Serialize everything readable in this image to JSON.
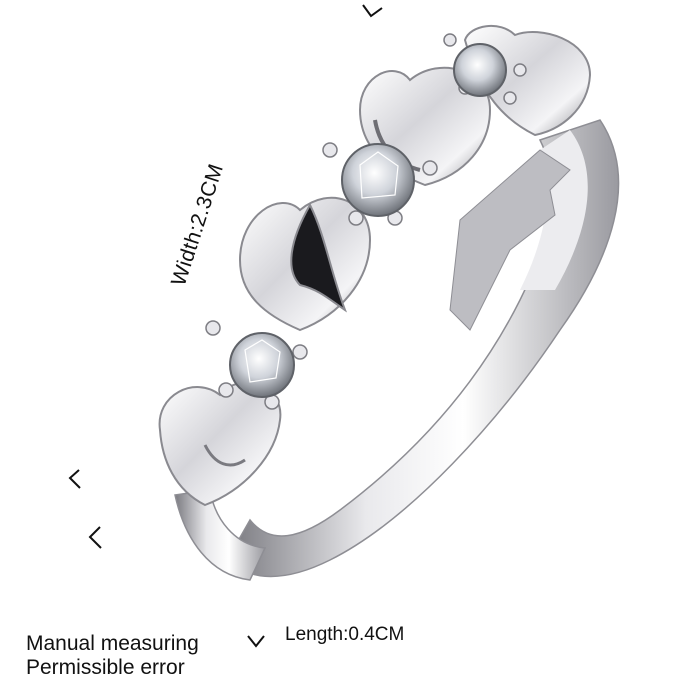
{
  "image": {
    "subject": "silver heart ring with clear stones",
    "background_color": "#ffffff",
    "metal_color": "#d9d9dd"
  },
  "dimensions": {
    "width_label": "Width:2.3CM",
    "length_label": "Length:0.4CM"
  },
  "note": {
    "line1": "Manual measuring",
    "line2": "Permissible error"
  }
}
